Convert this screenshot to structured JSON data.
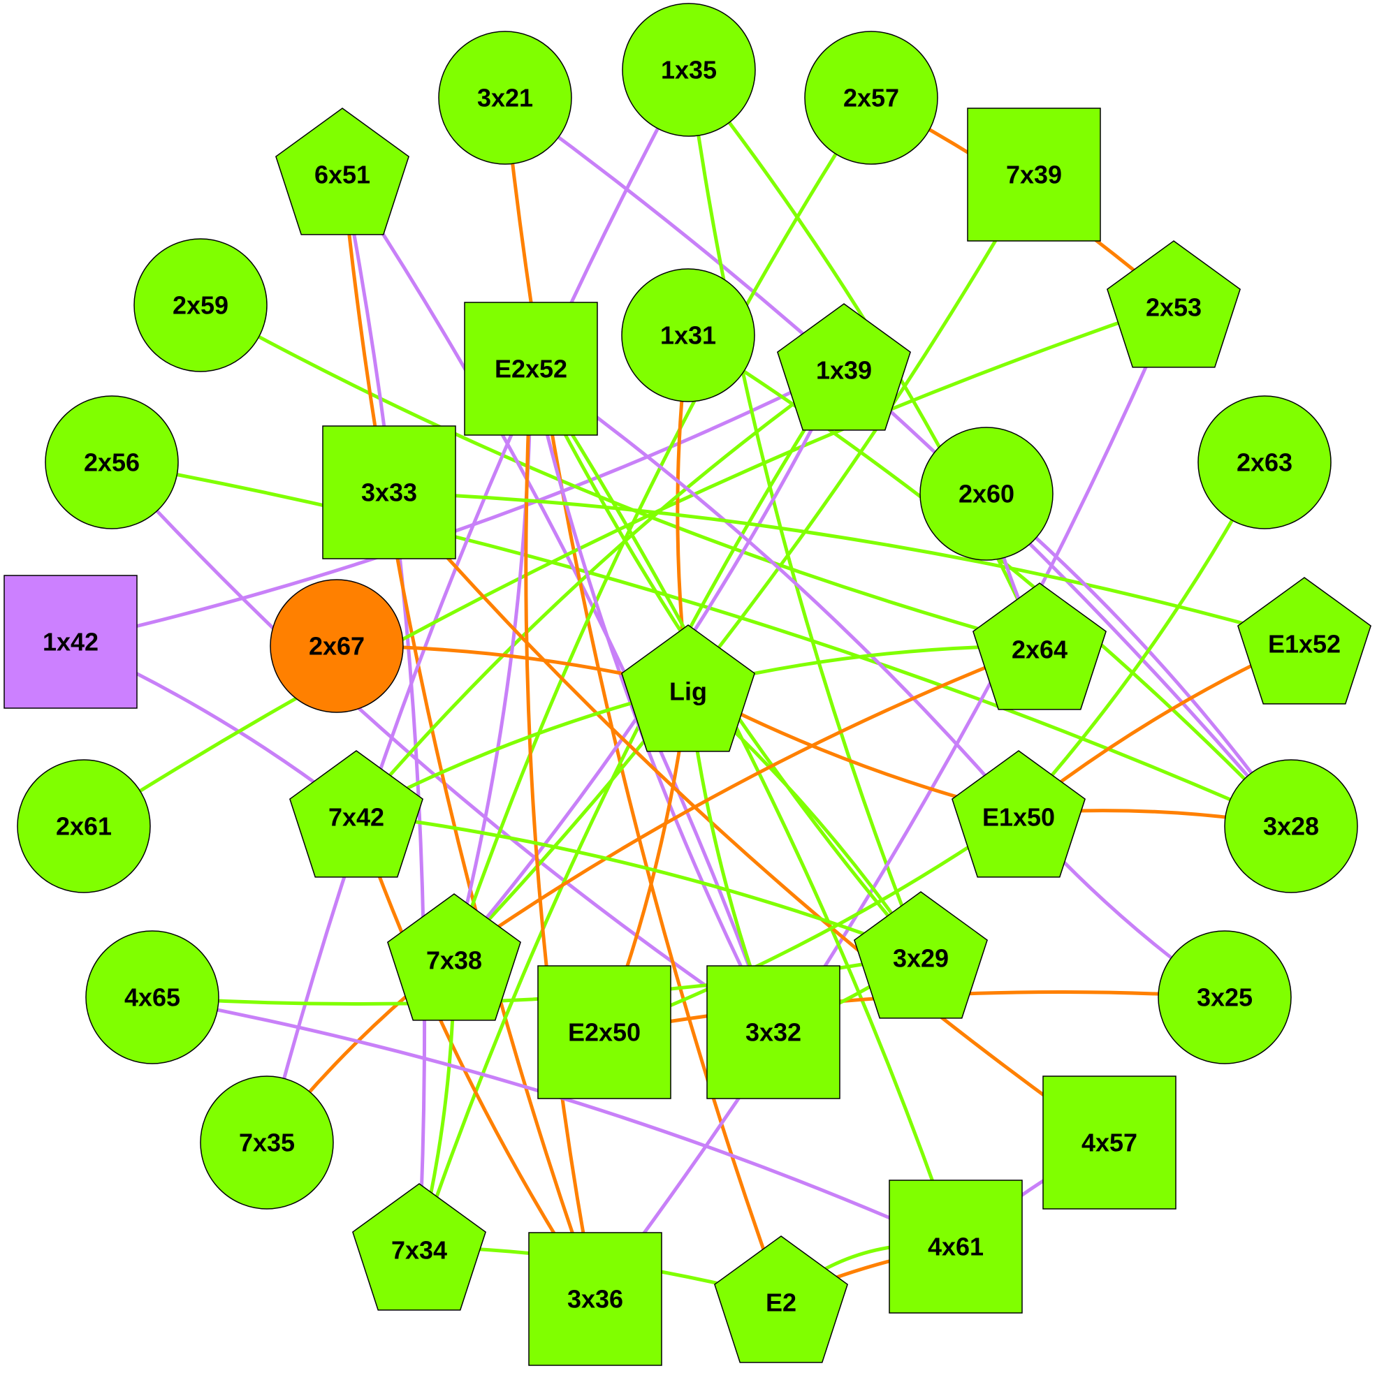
{
  "colors": {
    "node_default": "#80ff00",
    "node_purple": "#cc80ff",
    "node_orange": "#ff8000",
    "edge_green": "#80ff00",
    "edge_purple": "#c880f8",
    "edge_orange": "#ff8000"
  },
  "nodes": [
    {
      "id": "3x21",
      "label": "3x21",
      "shape": "circle",
      "color": "node_default"
    },
    {
      "id": "1x35",
      "label": "1x35",
      "shape": "circle",
      "color": "node_default"
    },
    {
      "id": "2x57",
      "label": "2x57",
      "shape": "circle",
      "color": "node_default"
    },
    {
      "id": "6x51",
      "label": "6x51",
      "shape": "pentagon",
      "color": "node_default"
    },
    {
      "id": "7x39",
      "label": "7x39",
      "shape": "square",
      "color": "node_default"
    },
    {
      "id": "2x59",
      "label": "2x59",
      "shape": "circle",
      "color": "node_default"
    },
    {
      "id": "E2x52",
      "label": "E2x52",
      "shape": "square",
      "color": "node_default"
    },
    {
      "id": "1x31",
      "label": "1x31",
      "shape": "circle",
      "color": "node_default"
    },
    {
      "id": "1x39",
      "label": "1x39",
      "shape": "pentagon",
      "color": "node_default"
    },
    {
      "id": "2x53",
      "label": "2x53",
      "shape": "pentagon",
      "color": "node_default"
    },
    {
      "id": "2x56",
      "label": "2x56",
      "shape": "circle",
      "color": "node_default"
    },
    {
      "id": "3x33",
      "label": "3x33",
      "shape": "square",
      "color": "node_default"
    },
    {
      "id": "2x60",
      "label": "2x60",
      "shape": "circle",
      "color": "node_default"
    },
    {
      "id": "2x63",
      "label": "2x63",
      "shape": "circle",
      "color": "node_default"
    },
    {
      "id": "1x42",
      "label": "1x42",
      "shape": "square",
      "color": "node_purple"
    },
    {
      "id": "2x67",
      "label": "2x67",
      "shape": "circle",
      "color": "node_orange"
    },
    {
      "id": "Lig",
      "label": "Lig",
      "shape": "pentagon",
      "color": "node_default"
    },
    {
      "id": "2x64",
      "label": "2x64",
      "shape": "pentagon",
      "color": "node_default"
    },
    {
      "id": "E1x52",
      "label": "E1x52",
      "shape": "pentagon",
      "color": "node_default"
    },
    {
      "id": "2x61",
      "label": "2x61",
      "shape": "circle",
      "color": "node_default"
    },
    {
      "id": "7x42",
      "label": "7x42",
      "shape": "pentagon",
      "color": "node_default"
    },
    {
      "id": "E1x50",
      "label": "E1x50",
      "shape": "pentagon",
      "color": "node_default"
    },
    {
      "id": "3x28",
      "label": "3x28",
      "shape": "circle",
      "color": "node_default"
    },
    {
      "id": "7x38",
      "label": "7x38",
      "shape": "pentagon",
      "color": "node_default"
    },
    {
      "id": "3x29",
      "label": "3x29",
      "shape": "pentagon",
      "color": "node_default"
    },
    {
      "id": "4x65",
      "label": "4x65",
      "shape": "circle",
      "color": "node_default"
    },
    {
      "id": "E2x50",
      "label": "E2x50",
      "shape": "square",
      "color": "node_default"
    },
    {
      "id": "3x32",
      "label": "3x32",
      "shape": "square",
      "color": "node_default"
    },
    {
      "id": "3x25",
      "label": "3x25",
      "shape": "circle",
      "color": "node_default"
    },
    {
      "id": "7x35",
      "label": "7x35",
      "shape": "circle",
      "color": "node_default"
    },
    {
      "id": "4x57",
      "label": "4x57",
      "shape": "square",
      "color": "node_default"
    },
    {
      "id": "7x34",
      "label": "7x34",
      "shape": "pentagon",
      "color": "node_default"
    },
    {
      "id": "3x36",
      "label": "3x36",
      "shape": "square",
      "color": "node_default"
    },
    {
      "id": "E2",
      "label": "E2",
      "shape": "pentagon",
      "color": "node_default"
    },
    {
      "id": "4x61",
      "label": "4x61",
      "shape": "square",
      "color": "node_default"
    }
  ],
  "edges": [
    {
      "from": "1x42",
      "to": "1x39",
      "color": "edge_purple"
    },
    {
      "from": "1x42",
      "to": "7x42",
      "color": "edge_purple"
    },
    {
      "from": "2x56",
      "to": "3x32",
      "color": "edge_purple"
    },
    {
      "from": "2x56",
      "to": "3x28",
      "color": "edge_green"
    },
    {
      "from": "2x59",
      "to": "2x64",
      "color": "edge_green"
    },
    {
      "from": "6x51",
      "to": "7x34",
      "color": "edge_purple"
    },
    {
      "from": "6x51",
      "to": "3x36",
      "color": "edge_orange"
    },
    {
      "from": "6x51",
      "to": "3x32",
      "color": "edge_purple"
    },
    {
      "from": "3x21",
      "to": "E2",
      "color": "edge_orange"
    },
    {
      "from": "3x21",
      "to": "3x28",
      "color": "edge_purple"
    },
    {
      "from": "1x35",
      "to": "7x35",
      "color": "edge_purple"
    },
    {
      "from": "1x35",
      "to": "2x64",
      "color": "edge_green"
    },
    {
      "from": "1x35",
      "to": "3x29",
      "color": "edge_green"
    },
    {
      "from": "2x57",
      "to": "2x53",
      "color": "edge_orange"
    },
    {
      "from": "2x57",
      "to": "7x38",
      "color": "edge_green"
    },
    {
      "from": "7x39",
      "to": "7x38",
      "color": "edge_green"
    },
    {
      "from": "2x53",
      "to": "2x61",
      "color": "edge_green"
    },
    {
      "from": "2x53",
      "to": "3x36",
      "color": "edge_purple"
    },
    {
      "from": "1x31",
      "to": "Lig",
      "color": "edge_orange"
    },
    {
      "from": "1x31",
      "to": "3x28",
      "color": "edge_green"
    },
    {
      "from": "1x39",
      "to": "7x42",
      "color": "edge_green"
    },
    {
      "from": "1x39",
      "to": "7x38",
      "color": "edge_purple"
    },
    {
      "from": "1x39",
      "to": "7x34",
      "color": "edge_green"
    },
    {
      "from": "E2x52",
      "to": "7x38",
      "color": "edge_purple"
    },
    {
      "from": "E2x52",
      "to": "3x36",
      "color": "edge_orange"
    },
    {
      "from": "E2x52",
      "to": "E1x50",
      "color": "edge_purple"
    },
    {
      "from": "E2x52",
      "to": "3x32",
      "color": "edge_purple"
    },
    {
      "from": "E2x52",
      "to": "4x61",
      "color": "edge_green"
    },
    {
      "from": "E2x52",
      "to": "3x29",
      "color": "edge_green"
    },
    {
      "from": "3x33",
      "to": "E1x52",
      "color": "edge_green"
    },
    {
      "from": "3x33",
      "to": "4x57",
      "color": "edge_orange"
    },
    {
      "from": "2x67",
      "to": "Lig",
      "color": "edge_orange"
    },
    {
      "from": "Lig",
      "to": "E1x50",
      "color": "edge_orange"
    },
    {
      "from": "Lig",
      "to": "2x64",
      "color": "edge_green"
    },
    {
      "from": "Lig",
      "to": "7x42",
      "color": "edge_green"
    },
    {
      "from": "Lig",
      "to": "E2x50",
      "color": "edge_orange"
    },
    {
      "from": "Lig",
      "to": "3x32",
      "color": "edge_green"
    },
    {
      "from": "Lig",
      "to": "3x29",
      "color": "edge_green"
    },
    {
      "from": "2x64",
      "to": "7x38",
      "color": "edge_orange"
    },
    {
      "from": "2x60",
      "to": "3x28",
      "color": "edge_purple"
    },
    {
      "from": "2x60",
      "to": "2x64",
      "color": "edge_purple"
    },
    {
      "from": "2x63",
      "to": "E1x50",
      "color": "edge_green"
    },
    {
      "from": "E1x52",
      "to": "E1x50",
      "color": "edge_orange"
    },
    {
      "from": "E1x50",
      "to": "3x28",
      "color": "edge_orange"
    },
    {
      "from": "E1x50",
      "to": "3x25",
      "color": "edge_purple"
    },
    {
      "from": "E1x50",
      "to": "E2x50",
      "color": "edge_green"
    },
    {
      "from": "7x42",
      "to": "3x36",
      "color": "edge_orange"
    },
    {
      "from": "7x42",
      "to": "3x29",
      "color": "edge_green"
    },
    {
      "from": "7x38",
      "to": "7x35",
      "color": "edge_orange"
    },
    {
      "from": "7x38",
      "to": "7x34",
      "color": "edge_green"
    },
    {
      "from": "4x65",
      "to": "3x29",
      "color": "edge_green"
    },
    {
      "from": "4x65",
      "to": "4x61",
      "color": "edge_purple"
    },
    {
      "from": "3x25",
      "to": "E2x50",
      "color": "edge_orange"
    },
    {
      "from": "7x34",
      "to": "E2",
      "color": "edge_green"
    },
    {
      "from": "3x32",
      "to": "3x29",
      "color": "edge_green"
    },
    {
      "from": "E2",
      "to": "4x61",
      "color": "edge_orange"
    },
    {
      "from": "E2",
      "to": "4x61",
      "color": "edge_green"
    },
    {
      "from": "4x61",
      "to": "4x57",
      "color": "edge_purple"
    }
  ]
}
